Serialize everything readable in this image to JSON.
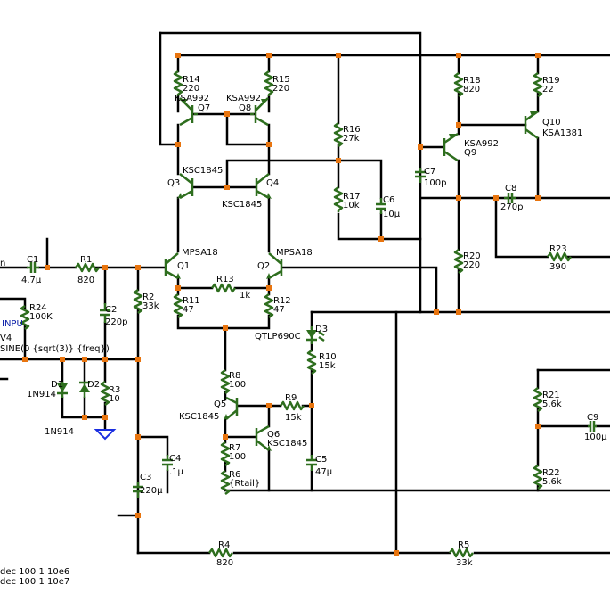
{
  "labels": {
    "r14": "R14",
    "r14v": "220",
    "r15": "R15",
    "r15v": "220",
    "ksa992a": "KSA992",
    "ksa992b": "KSA992",
    "q7": "Q7",
    "q8": "Q8",
    "r16": "R16",
    "r16v": "27k",
    "r17": "R17",
    "r17v": "10k",
    "c6": "C6",
    "c6v": "10µ",
    "r18": "R18",
    "r18v": "820",
    "r19": "R19",
    "r19v": "22",
    "q10": "Q10",
    "q10p": "KSA1381",
    "q9p": "KSA992",
    "q9": "Q9",
    "c7": "C7",
    "c7v": "100p",
    "c8": "C8",
    "c8v": "270p",
    "ksc1845a": "KSC1845",
    "q3": "Q3",
    "q4": "Q4",
    "ksc1845b": "KSC1845",
    "mpsa18a": "MPSA18",
    "q1": "Q1",
    "mpsa18b": "MPSA18",
    "q2": "Q2",
    "r20": "R20",
    "r20v": "220",
    "r23": "R23",
    "r23v": "390",
    "c1": "C1",
    "c1v": "4.7µ",
    "r1": "R1",
    "r1v": "820",
    "r2": "R2",
    "r2v": "33k",
    "r13": "R13",
    "r13v": "1k",
    "r11": "R11",
    "r11v": "47",
    "r12": "R12",
    "r12v": "47",
    "r24": "R24",
    "r24v": "100K",
    "input": "INPU",
    "c2": "C2",
    "c2v": "220p",
    "v4": "V4",
    "sine": "SINE(0 {sqrt(3)} {freq})",
    "qtlp": "QTLP690C",
    "d3": "D3",
    "r10": "R10",
    "r10v": "15k",
    "d1": "D1",
    "d1p": "1N914",
    "d2": "D2",
    "r3": "R3",
    "r3v": "10",
    "d2p": "1N914",
    "r8": "R8",
    "r8v": "100",
    "q5": "Q5",
    "q5p": "KSC1845",
    "r9": "R9",
    "r9v": "15k",
    "q6": "Q6",
    "q6p": "KSC1845",
    "r7": "R7",
    "r7v": "100",
    "r6": "R6",
    "r6v": "{Rtail}",
    "c4": "C4",
    "c4v": ".1µ",
    "c3": "C3",
    "c3v": "220µ",
    "c5": "C5",
    "c5v": "47µ",
    "r21": "R21",
    "r21v": "5.6k",
    "c9": "C9",
    "c9v": "100µ",
    "r22": "R22",
    "r22v": "5.6k",
    "r4": "R4",
    "r4v": "820",
    "r5": "R5",
    "r5v": "33k",
    "dir1": "dec 100 1 10e6",
    "dir2": "dec 100 1 10e7",
    "edge_n": "n"
  }
}
